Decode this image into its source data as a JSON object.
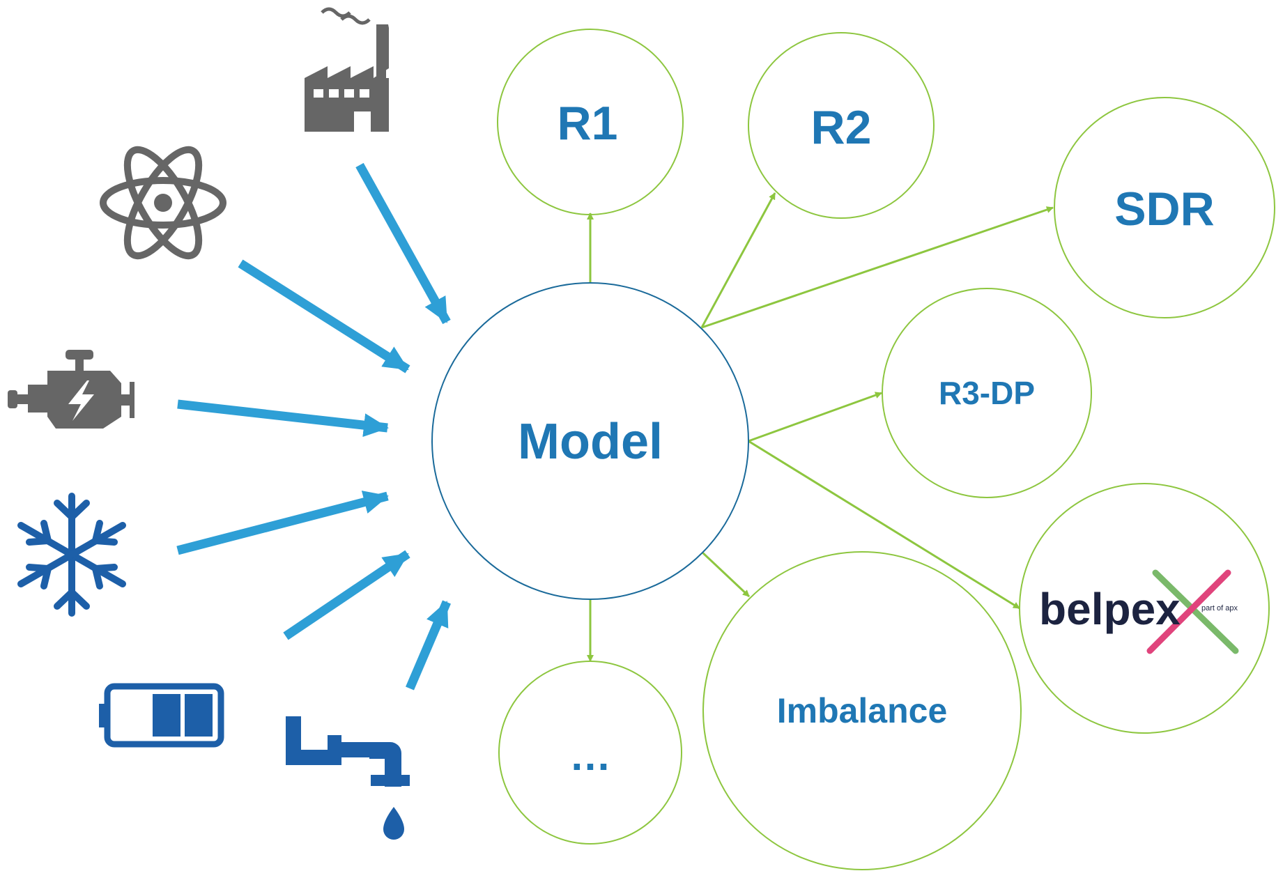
{
  "center": {
    "label": "Model"
  },
  "outputs": [
    {
      "id": "r1",
      "label": "R1"
    },
    {
      "id": "r2",
      "label": "R2"
    },
    {
      "id": "sdr",
      "label": "SDR"
    },
    {
      "id": "r3dp",
      "label": "R3-DP"
    },
    {
      "id": "belpex",
      "label": "belpex",
      "sublabel": "part of apx"
    },
    {
      "id": "imbalance",
      "label": "Imbalance"
    },
    {
      "id": "more",
      "label": "…"
    }
  ],
  "inputs": [
    {
      "id": "factory",
      "icon": "factory-icon"
    },
    {
      "id": "nuclear",
      "icon": "atom-icon"
    },
    {
      "id": "engine",
      "icon": "engine-icon"
    },
    {
      "id": "cooling",
      "icon": "snowflake-icon"
    },
    {
      "id": "battery",
      "icon": "battery-icon"
    },
    {
      "id": "water",
      "icon": "faucet-icon"
    }
  ],
  "colors": {
    "label": "#1f77b4",
    "center_stroke": "#1a6a9a",
    "output_stroke": "#8dc63f",
    "input_arrow": "#2e9fd6",
    "icon_gray": "#666666",
    "icon_blue": "#1d5fa8",
    "logo_dark": "#1c2340",
    "logo_green": "#7ab96a",
    "logo_pink": "#e0447c"
  }
}
